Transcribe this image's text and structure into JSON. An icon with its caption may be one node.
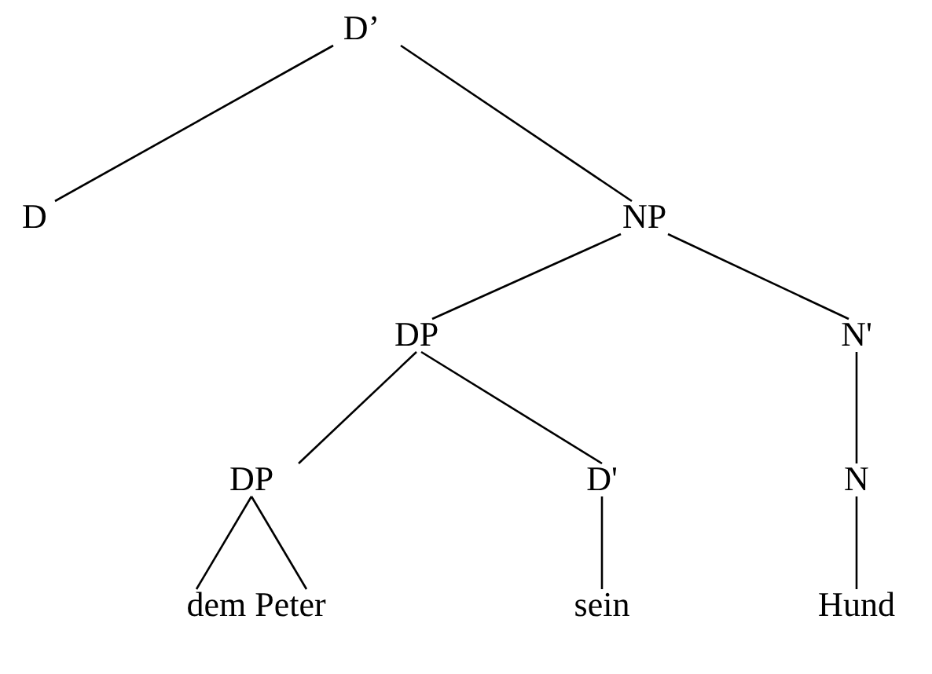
{
  "diagram": {
    "nodes": [
      {
        "text": [
          "D’"
        ]
      },
      {
        "text": [
          "D"
        ]
      },
      {
        "text": [
          "NP"
        ]
      },
      {
        "text": [
          "DP"
        ]
      },
      {
        "text": [
          "N'"
        ]
      },
      {
        "text": [
          "DP"
        ]
      },
      {
        "text": [
          "D'"
        ]
      },
      {
        "text": [
          "N"
        ]
      },
      {
        "text": [
          "dem Peter"
        ]
      },
      {
        "text": [
          "sein"
        ]
      },
      {
        "text": [
          "Hund"
        ]
      }
    ],
    "edges": [
      {
        "from": 0,
        "to": 1,
        "arrow": "none"
      },
      {
        "from": 0,
        "to": 2,
        "arrow": "none"
      },
      {
        "from": 2,
        "to": 3,
        "arrow": "none"
      },
      {
        "from": 2,
        "to": 4,
        "arrow": "none"
      },
      {
        "from": 3,
        "to": 5,
        "arrow": "none"
      },
      {
        "from": 3,
        "to": 6,
        "arrow": "none"
      },
      {
        "from": 4,
        "to": 7,
        "arrow": "none"
      },
      {
        "from": 5,
        "to": 8,
        "arrow": "none"
      },
      {
        "from": 5,
        "to": 8,
        "arrow": "none"
      },
      {
        "from": 6,
        "to": 9,
        "arrow": "none"
      },
      {
        "from": 7,
        "to": 10,
        "arrow": "none"
      }
    ]
  }
}
